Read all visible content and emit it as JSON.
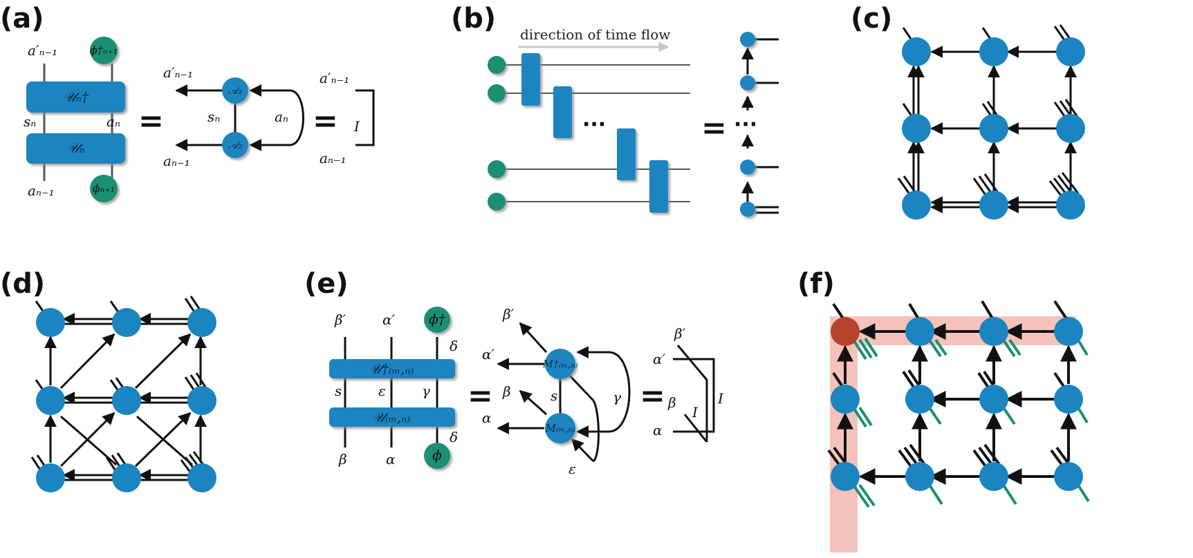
{
  "panels": {
    "a": {
      "label": "(a)",
      "gate_top": "𝒰ₙ†",
      "gate_bottom": "𝒰ₙ",
      "phi_top": "ϕ†ₙ₊₁",
      "phi_bottom": "ϕₙ₊₁",
      "top_left_leg": "a′ₙ₋₁",
      "bottom_left_leg": "aₙ₋₁",
      "left_mid_leg": "sₙ",
      "right_mid_leg": "aₙ",
      "node_top": "𝒜₂",
      "node_bottom": "𝒜₂",
      "arrow_top_label": "a′ₙ₋₁",
      "arrow_bottom_label": "aₙ₋₁",
      "vertical_label": "sₙ",
      "loop_label": "aₙ",
      "identity_top": "a′ₙ₋₁",
      "identity_bottom": "aₙ₋₁",
      "identity_label": "I",
      "equals_1": "=",
      "equals_2": "="
    },
    "b": {
      "label": "(b)",
      "time_flow": "direction of time flow",
      "dots_mid": "···",
      "dots_right": "···",
      "equals": "="
    },
    "c": {
      "label": "(c)"
    },
    "d": {
      "label": "(d)"
    },
    "e": {
      "label": "(e)",
      "gate_top": "𝒰†₍ₘ,ₙ₎",
      "gate_bottom": "𝒰₍ₘ,ₙ₎",
      "phi_top": "ϕ†",
      "phi_bottom": "ϕ",
      "top_legs": [
        "β′",
        "α′",
        "δ"
      ],
      "mid_legs": [
        "s",
        "ε",
        "γ"
      ],
      "bottom_legs": [
        "β",
        "α",
        "δ"
      ],
      "node_top": "M†₍ₘ,ₙ₎",
      "node_bottom": "M₍ₘ,ₙ₎",
      "arrow_labels": [
        "β′",
        "α′",
        "β",
        "α"
      ],
      "vertical_label": "s",
      "loop_label": "γ",
      "epsilon_label": "ε",
      "identity_labels": [
        "β′",
        "α′",
        "β",
        "α"
      ],
      "identity_I": "I",
      "equals_1": "=",
      "equals_2": "="
    },
    "f": {
      "label": "(f)"
    }
  },
  "colors": {
    "node_blue": "#1a85c0",
    "phi_green": "#1a8f72",
    "highlight_red": "#b5432e",
    "highlight_band": "#f4b9ae",
    "physical_green": "#1a8f72",
    "line": "#111111",
    "time_flow_arrow": "#c8c8c8"
  }
}
